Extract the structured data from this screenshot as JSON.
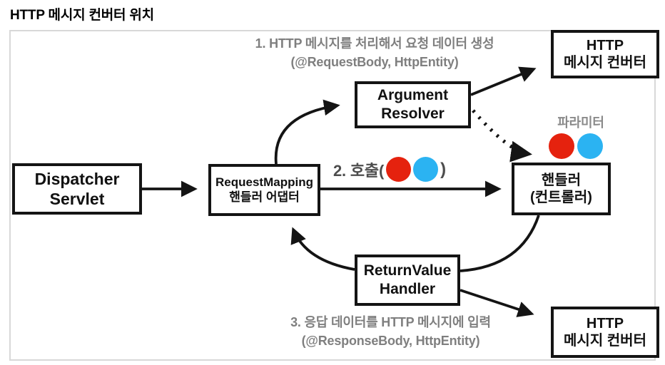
{
  "title": "HTTP 메시지 컨버터 위치",
  "colors": {
    "red_dot": "#e5220e",
    "blue_dot": "#2bb3f2",
    "box_border": "#141414",
    "frame_border": "#d8d8d8",
    "note_gray": "#7f7f7f"
  },
  "nodes": {
    "dispatcher": {
      "line1": "Dispatcher",
      "line2": "Servlet"
    },
    "adapter": {
      "line1": "RequestMapping",
      "line2": "핸들러 어댑터"
    },
    "argument_resolver": {
      "line1": "Argument",
      "line2": "Resolver"
    },
    "http_converter_top": {
      "line1": "HTTP",
      "line2": "메시지 컨버터"
    },
    "handler": {
      "line1": "핸들러",
      "line2": "(컨트롤러)"
    },
    "return_value_handler": {
      "line1": "ReturnValue",
      "line2": "Handler"
    },
    "http_converter_bottom": {
      "line1": "HTTP",
      "line2": "메시지 컨버터"
    }
  },
  "notes": {
    "step1": {
      "line1": "1. HTTP 메시지를 처리해서 요청 데이터 생성",
      "line2": "(@RequestBody, HttpEntity)"
    },
    "step2": {
      "prefix": "2. 호출(",
      "suffix": ")"
    },
    "parameter_label": "파라미터",
    "step3": {
      "line1": "3. 응답 데이터를 HTTP 메시지에 입력",
      "line2": "(@ResponseBody, HttpEntity)"
    }
  }
}
